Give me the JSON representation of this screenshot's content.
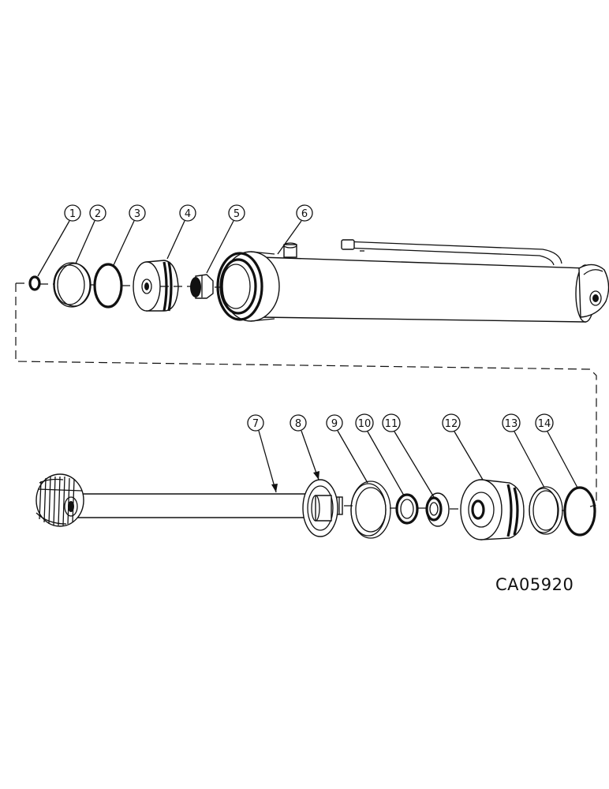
{
  "drawing_code": "CA05920",
  "callouts": [
    {
      "id": "callout-1",
      "label": "1"
    },
    {
      "id": "callout-2",
      "label": "2"
    },
    {
      "id": "callout-3",
      "label": "3"
    },
    {
      "id": "callout-4",
      "label": "4"
    },
    {
      "id": "callout-5",
      "label": "5"
    },
    {
      "id": "callout-6",
      "label": "6"
    },
    {
      "id": "callout-7",
      "label": "7"
    },
    {
      "id": "callout-8",
      "label": "8"
    },
    {
      "id": "callout-9",
      "label": "9"
    },
    {
      "id": "callout-10",
      "label": "10"
    },
    {
      "id": "callout-11",
      "label": "11"
    },
    {
      "id": "callout-12",
      "label": "12"
    },
    {
      "id": "callout-13",
      "label": "13"
    },
    {
      "id": "callout-14",
      "label": "14"
    }
  ]
}
